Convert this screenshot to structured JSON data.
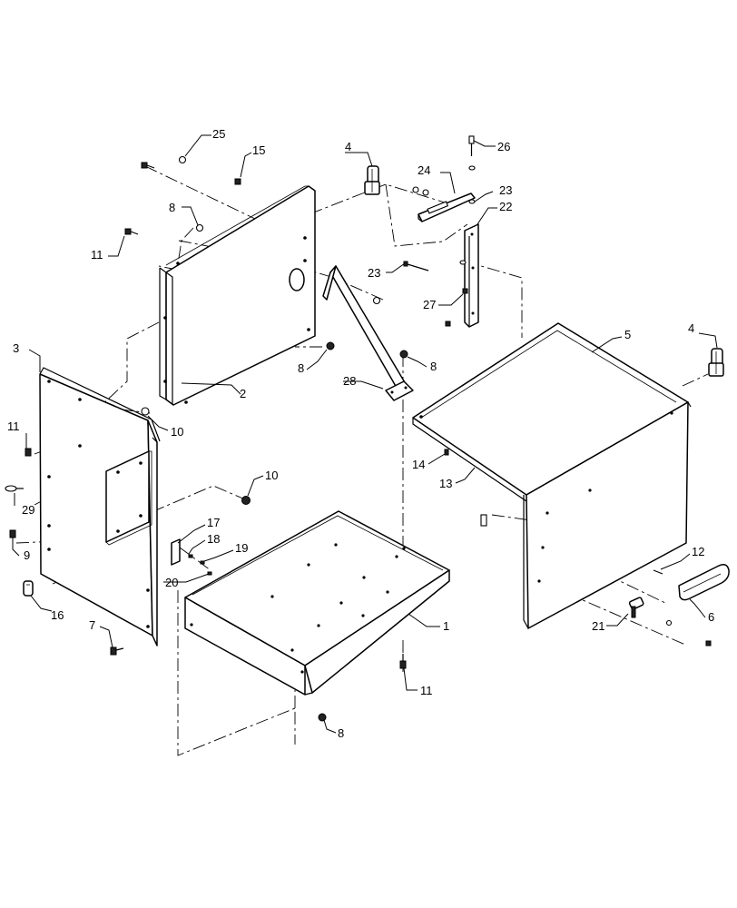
{
  "title": "",
  "callouts": [
    "1",
    "2",
    "3",
    "4",
    "4",
    "5",
    "6",
    "7",
    "8",
    "8",
    "8",
    "8",
    "9",
    "10",
    "10",
    "11",
    "11",
    "11",
    "12",
    "13",
    "14",
    "15",
    "16",
    "17",
    "18",
    "19",
    "20",
    "21",
    "22",
    "23",
    "23",
    "24",
    "25",
    "26",
    "27",
    "28",
    "29"
  ]
}
